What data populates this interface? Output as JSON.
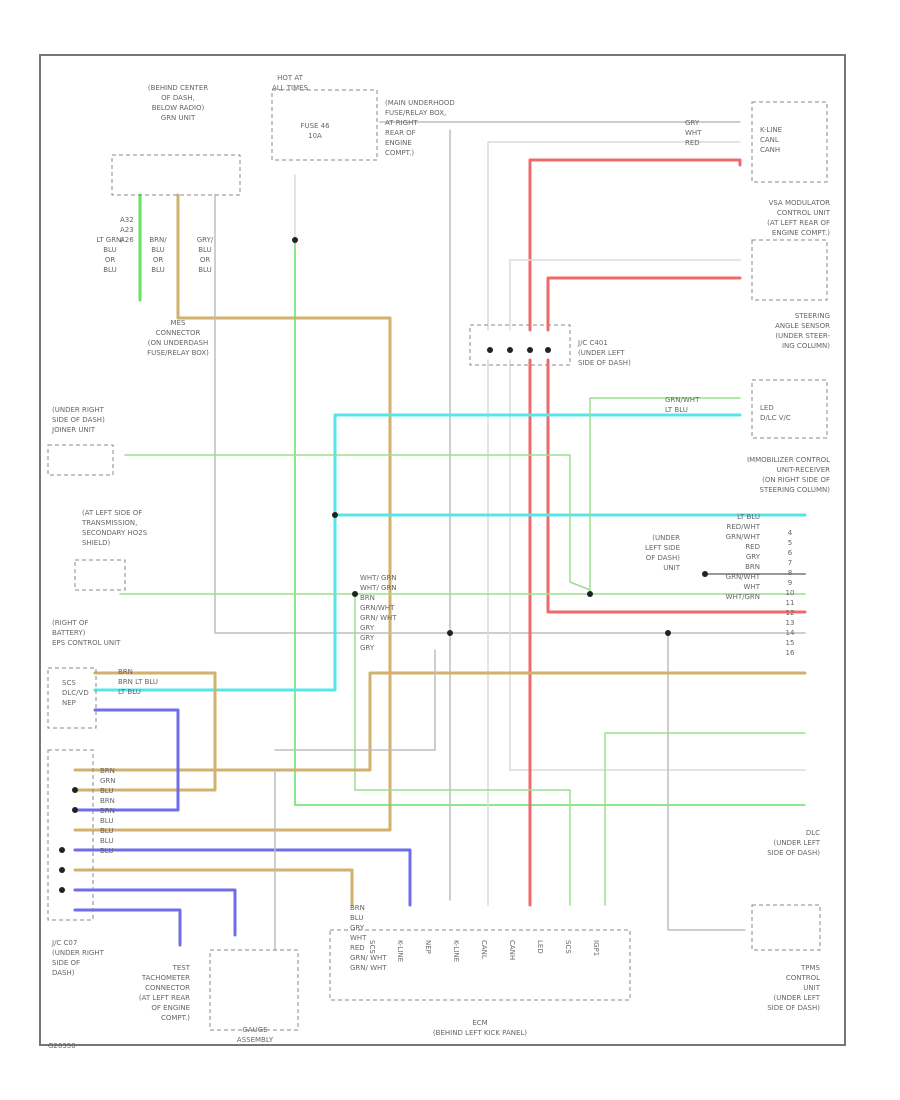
{
  "colors": {
    "brn": "#d2b06e",
    "lt_blu": "#55e6ea",
    "blu": "#6e6ee8",
    "grn_wht": "#9ae08e",
    "red": "#ef6b6b",
    "gry": "#bdbdbd",
    "wht": "#dcdcdc",
    "dark_gry": "#999999",
    "lt_grn": "#66e066"
  },
  "components": {
    "mes_connector_top": [
      "(BEHIND CENTER",
      "OF DASH,",
      "BELOW RADIO)",
      "GRN UNIT"
    ],
    "mes_connector_bottom": [
      "MES",
      "CONNECTOR",
      "(ON UNDERDASH",
      "FUSE/RELAY BOX)"
    ],
    "hot_at": [
      "HOT AT",
      "ALL TIMES"
    ],
    "fuse": [
      "FUSE 46",
      "10A"
    ],
    "main_fuse_box": [
      "(MAIN UNDERHOOD",
      "FUSE/RELAY BOX,",
      "AT RIGHT",
      "REAR OF",
      "ENGINE",
      "COMPT.)"
    ],
    "pin_labels_top": [
      "A32",
      "A23",
      "A26"
    ],
    "wire_labels_top": [
      "LT GRN/",
      "BLU",
      "OR",
      "BLU",
      "BRN/",
      "BLU",
      "OR",
      "BLU",
      "GRY/",
      "BLU",
      "OR",
      "BLU"
    ],
    "vsa_modulator": [
      "VSA MODULATOR",
      "CONTROL UNIT",
      "(AT LEFT REAR OF",
      "ENGINE COMPT.)"
    ],
    "steering_angle": [
      "STEERING",
      "ANGLE SENSOR",
      "(UNDER STEER-",
      "ING COLUMN)"
    ],
    "immobilizer": [
      "IMMOBILIZER CONTROL",
      "UNIT-RECEIVER",
      "(ON RIGHT SIDE OF",
      "STEERING COLUMN)"
    ],
    "under_right_dash": [
      "(UNDER RIGHT",
      "SIDE OF DASH)",
      "JOINER UNIT"
    ],
    "at_left_side": [
      "(AT LEFT SIDE OF",
      "TRANSMISSION,",
      "SECONDARY HO2S",
      "SHIELD)"
    ],
    "eps_control": [
      "(RIGHT OF",
      "BATTERY)",
      "EPS CONTROL UNIT"
    ],
    "j_c_c_dash": [
      "J/C C401",
      "(UNDER LEFT",
      "SIDE OF DASH)"
    ],
    "under_left_dash_unit": [
      "(UNDER",
      "LEFT SIDE",
      "OF DASH)",
      "UNIT"
    ],
    "j_c_c07": [
      "J/C C07",
      "(UNDER RIGHT",
      "SIDE OF",
      "DASH)"
    ],
    "tach_connector": [
      "TEST",
      "TACHOMETER",
      "CONNECTOR",
      "(AT LEFT REAR",
      "OF ENGINE",
      "COMPT.)"
    ],
    "gauge_assembly": [
      "GAUGE",
      "ASSEMBLY"
    ],
    "ecm": [
      "ECM",
      "(BEHIND LEFT KICK PANEL)"
    ],
    "dlc": [
      "DLC",
      "(UNDER LEFT",
      "SIDE OF DASH)"
    ],
    "tpms": [
      "TPMS",
      "CONTROL",
      "UNIT",
      "(UNDER LEFT",
      "SIDE OF DASH)"
    ],
    "ecm_pins": [
      "SCS",
      "K-LINE",
      "NEP",
      "K-LINE",
      "CANL",
      "CANH",
      "LED",
      "SCS",
      "IGP1"
    ],
    "ecm_wire_labels": [
      "BRN",
      "BLU",
      "GRY",
      "WHT",
      "RED",
      "GRN/ WHT",
      "GRN/ WHT"
    ],
    "dlc_pins": [
      "4",
      "5",
      "6",
      "7",
      "8",
      "9",
      "10",
      "11",
      "12",
      "13",
      "14",
      "15",
      "16"
    ],
    "dlc_wire_labels": [
      "LT BLU",
      "RED/WHT",
      "GRN/WHT",
      "RED",
      "GRY",
      "BRN",
      "GRN/WHT",
      "WHT",
      "WHT/GRN"
    ],
    "top_right_pins": [
      "K-LINE",
      "CANL",
      "CANH"
    ],
    "top_right_wires": [
      "GRY",
      "WHT",
      "RED"
    ],
    "steer_pins": [
      "LED",
      "D/LC V/C"
    ],
    "steer_wires": [
      "GRN/WHT",
      "LT BLU"
    ],
    "eps_pins": [
      "SCS",
      "DLC/VD",
      "NEP"
    ],
    "eps_wires": [
      "BRN",
      "BRN LT BLU",
      "LT BLU"
    ],
    "j_c_labels": [
      "BRN",
      "GRN",
      "BLU",
      "BRN",
      "BRN",
      "BLU",
      "BLU",
      "BLU",
      "BLU"
    ],
    "mid_labels": [
      "WHT/ GRN",
      "WHT/ GRN",
      "BRN",
      "GRN/WHT",
      "GRN/ WHT",
      "GRY",
      "GRY",
      "GRY"
    ]
  },
  "footer": {
    "code": "G26350",
    "ecm_title": "ECM",
    "ecm_sub": "(BEHIND LEFT KICK PANEL)"
  }
}
